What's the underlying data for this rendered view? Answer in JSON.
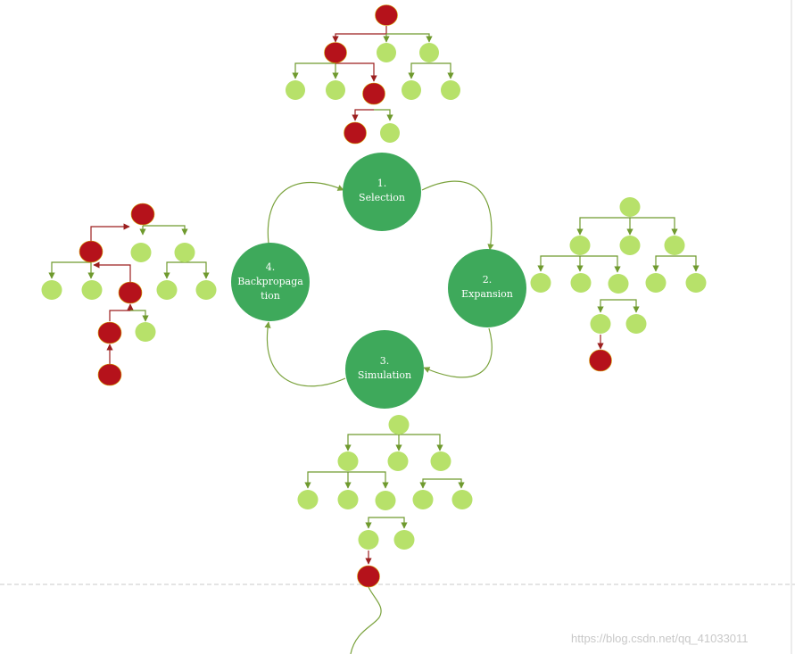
{
  "diagram": {
    "colors": {
      "selected_node": "#b5121b",
      "unselected_node": "#b7e16a",
      "edge_green": "#6f9a2e",
      "edge_red": "#9c1f1f",
      "phase_circle": "#3ea95b",
      "cycle_arrow": "#7aa23c",
      "dashed_line": "#cccccc"
    },
    "phases": [
      {
        "number": "1.",
        "name": "Selection"
      },
      {
        "number": "2.",
        "name": "Expansion"
      },
      {
        "number": "3.",
        "name": "Simulation"
      },
      {
        "number": "4.",
        "name_line1": "Backpropaga",
        "name_line2": "tion"
      }
    ]
  },
  "watermark": "https://blog.csdn.net/qq_41033011"
}
